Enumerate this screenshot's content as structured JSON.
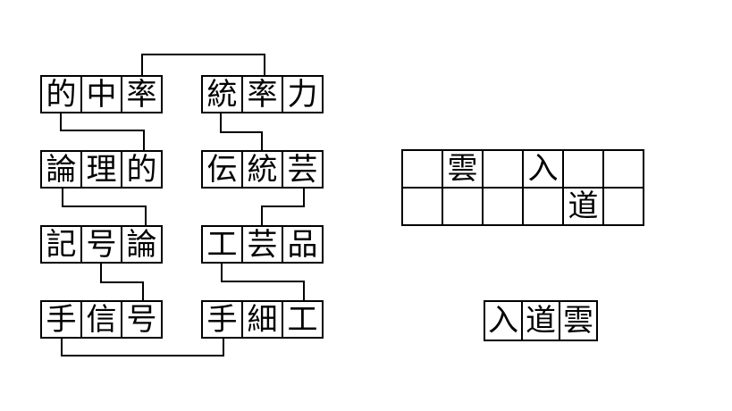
{
  "colors": {
    "line": "#000000",
    "background": "#ffffff",
    "text": "#000000"
  },
  "puzzle": {
    "left_words": [
      {
        "chars": [
          "的",
          "中",
          "率"
        ]
      },
      {
        "chars": [
          "論",
          "理",
          "的"
        ]
      },
      {
        "chars": [
          "記",
          "号",
          "論"
        ]
      },
      {
        "chars": [
          "手",
          "信",
          "号"
        ]
      }
    ],
    "right_words": [
      {
        "chars": [
          "統",
          "率",
          "力"
        ]
      },
      {
        "chars": [
          "伝",
          "統",
          "芸"
        ]
      },
      {
        "chars": [
          "工",
          "芸",
          "品"
        ]
      },
      {
        "chars": [
          "手",
          "細",
          "工"
        ]
      }
    ],
    "grid": {
      "rows": [
        {
          "cells": [
            "",
            "雲",
            "",
            "入",
            "",
            ""
          ]
        },
        {
          "cells": [
            "",
            "",
            "",
            "",
            "道",
            ""
          ]
        }
      ]
    },
    "answer": {
      "chars": [
        "入",
        "道",
        "雲"
      ]
    }
  }
}
